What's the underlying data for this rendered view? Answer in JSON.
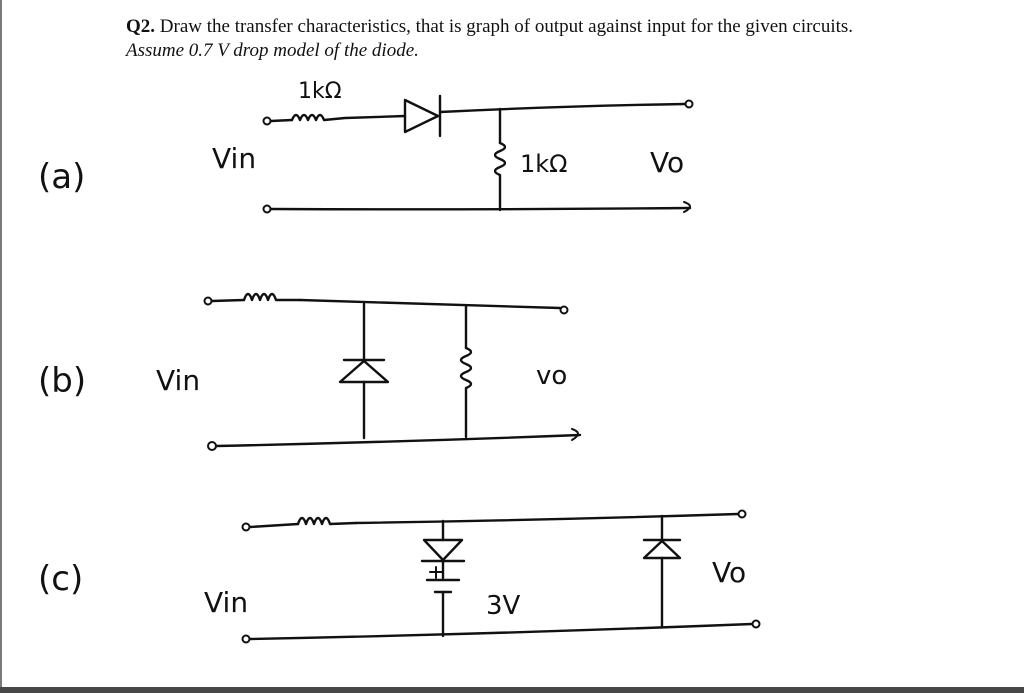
{
  "question": {
    "number": "Q2.",
    "text": "Draw the transfer characteristics, that is graph of output against input for the given circuits.",
    "assumption": "Assume 0.7 V drop model of the diode."
  },
  "circuit_a": {
    "label": "(a)",
    "series_resistor": "1kΩ",
    "shunt_resistor": "1kΩ",
    "input": "Vin",
    "output": "Vo"
  },
  "circuit_b": {
    "label": "(b)",
    "input": "Vin",
    "output": "vo"
  },
  "circuit_c": {
    "label": "(c)",
    "input": "Vin",
    "battery": "3V",
    "output": "Vo"
  }
}
